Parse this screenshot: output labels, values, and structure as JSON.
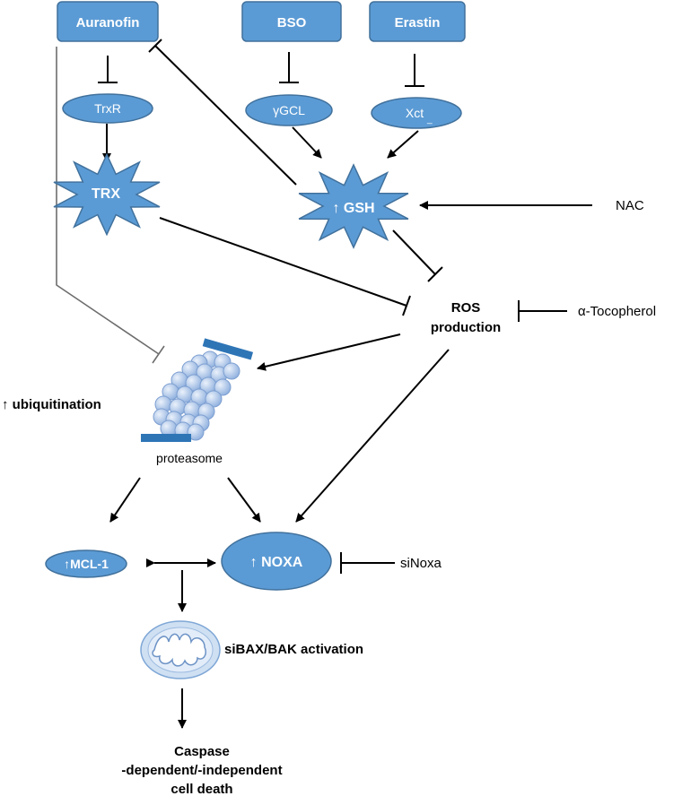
{
  "colors": {
    "node_fill": "#5b9bd5",
    "node_stroke": "#41719c",
    "proteasome_fill": "#b4c7e7",
    "proteasome_cap": "#2e75b6",
    "mito_fill": "#cfe0f3",
    "line": "#000000"
  },
  "drugs": {
    "auranofin": "Auranofin",
    "bso": "BSO",
    "erastin": "Erastin"
  },
  "targets": {
    "trxr": "TrxR",
    "ygcl": "γGCL",
    "xct": "Xct"
  },
  "stars": {
    "trx": "TRX",
    "gsh": "↑ GSH"
  },
  "inhibitors": {
    "nac": "NAC",
    "tocopherol": "α-Tocopherol",
    "sinoxa": "siNoxa"
  },
  "ros": {
    "line1": "ROS",
    "line2": "production"
  },
  "ubiquitination": "↑ ubiquitination",
  "proteasome_label": "proteasome",
  "mcl1": "↑MCL-1",
  "noxa": "↑  NOXA",
  "bax_bak": "siBAX/BAK activation",
  "death": {
    "line1": "Caspase",
    "line2": "-dependent/-independent",
    "line3": "cell death"
  }
}
